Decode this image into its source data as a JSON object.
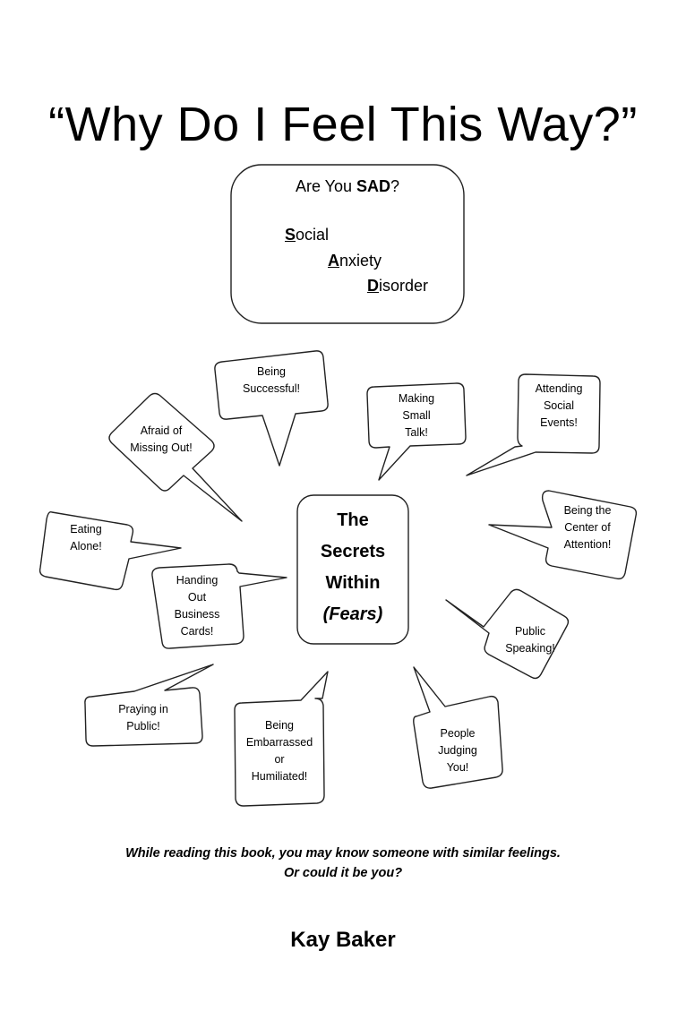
{
  "title": "“Why Do I Feel This Way?”",
  "sad_box": {
    "question_prefix": "Are You ",
    "question_bold": "SAD",
    "question_suffix": "?",
    "words": [
      {
        "initial": "S",
        "rest": "ocial"
      },
      {
        "initial": "A",
        "rest": "nxiety"
      },
      {
        "initial": "D",
        "rest": "isorder"
      }
    ]
  },
  "center": {
    "lines": [
      "The",
      "Secrets",
      "Within"
    ],
    "italic_line": "(Fears)"
  },
  "bubbles": [
    {
      "id": "being-successful",
      "lines": [
        "Being",
        "Successful!"
      ]
    },
    {
      "id": "making-small-talk",
      "lines": [
        "Making",
        "Small",
        "Talk!"
      ]
    },
    {
      "id": "attending-social-events",
      "lines": [
        "Attending",
        "Social",
        "Events!"
      ]
    },
    {
      "id": "afraid-of-missing-out",
      "lines": [
        "Afraid of",
        "Missing Out!"
      ]
    },
    {
      "id": "being-center-of-attention",
      "lines": [
        "Being the",
        "Center of",
        "Attention!"
      ]
    },
    {
      "id": "eating-alone",
      "lines": [
        "Eating",
        "Alone!"
      ]
    },
    {
      "id": "handing-out-business-cards",
      "lines": [
        "Handing",
        "Out",
        "Business",
        "Cards!"
      ]
    },
    {
      "id": "public-speaking",
      "lines": [
        "Public",
        "Speaking!"
      ]
    },
    {
      "id": "praying-in-public",
      "lines": [
        "Praying in",
        "Public!"
      ]
    },
    {
      "id": "being-embarrassed",
      "lines": [
        "Being",
        "Embarrassed",
        "or",
        "Humiliated!"
      ]
    },
    {
      "id": "people-judging-you",
      "lines": [
        "People",
        "Judging",
        "You!"
      ]
    }
  ],
  "tagline": [
    "While reading this book, you may know someone with similar feelings.",
    "Or could it be you?"
  ],
  "author": "Kay Baker"
}
